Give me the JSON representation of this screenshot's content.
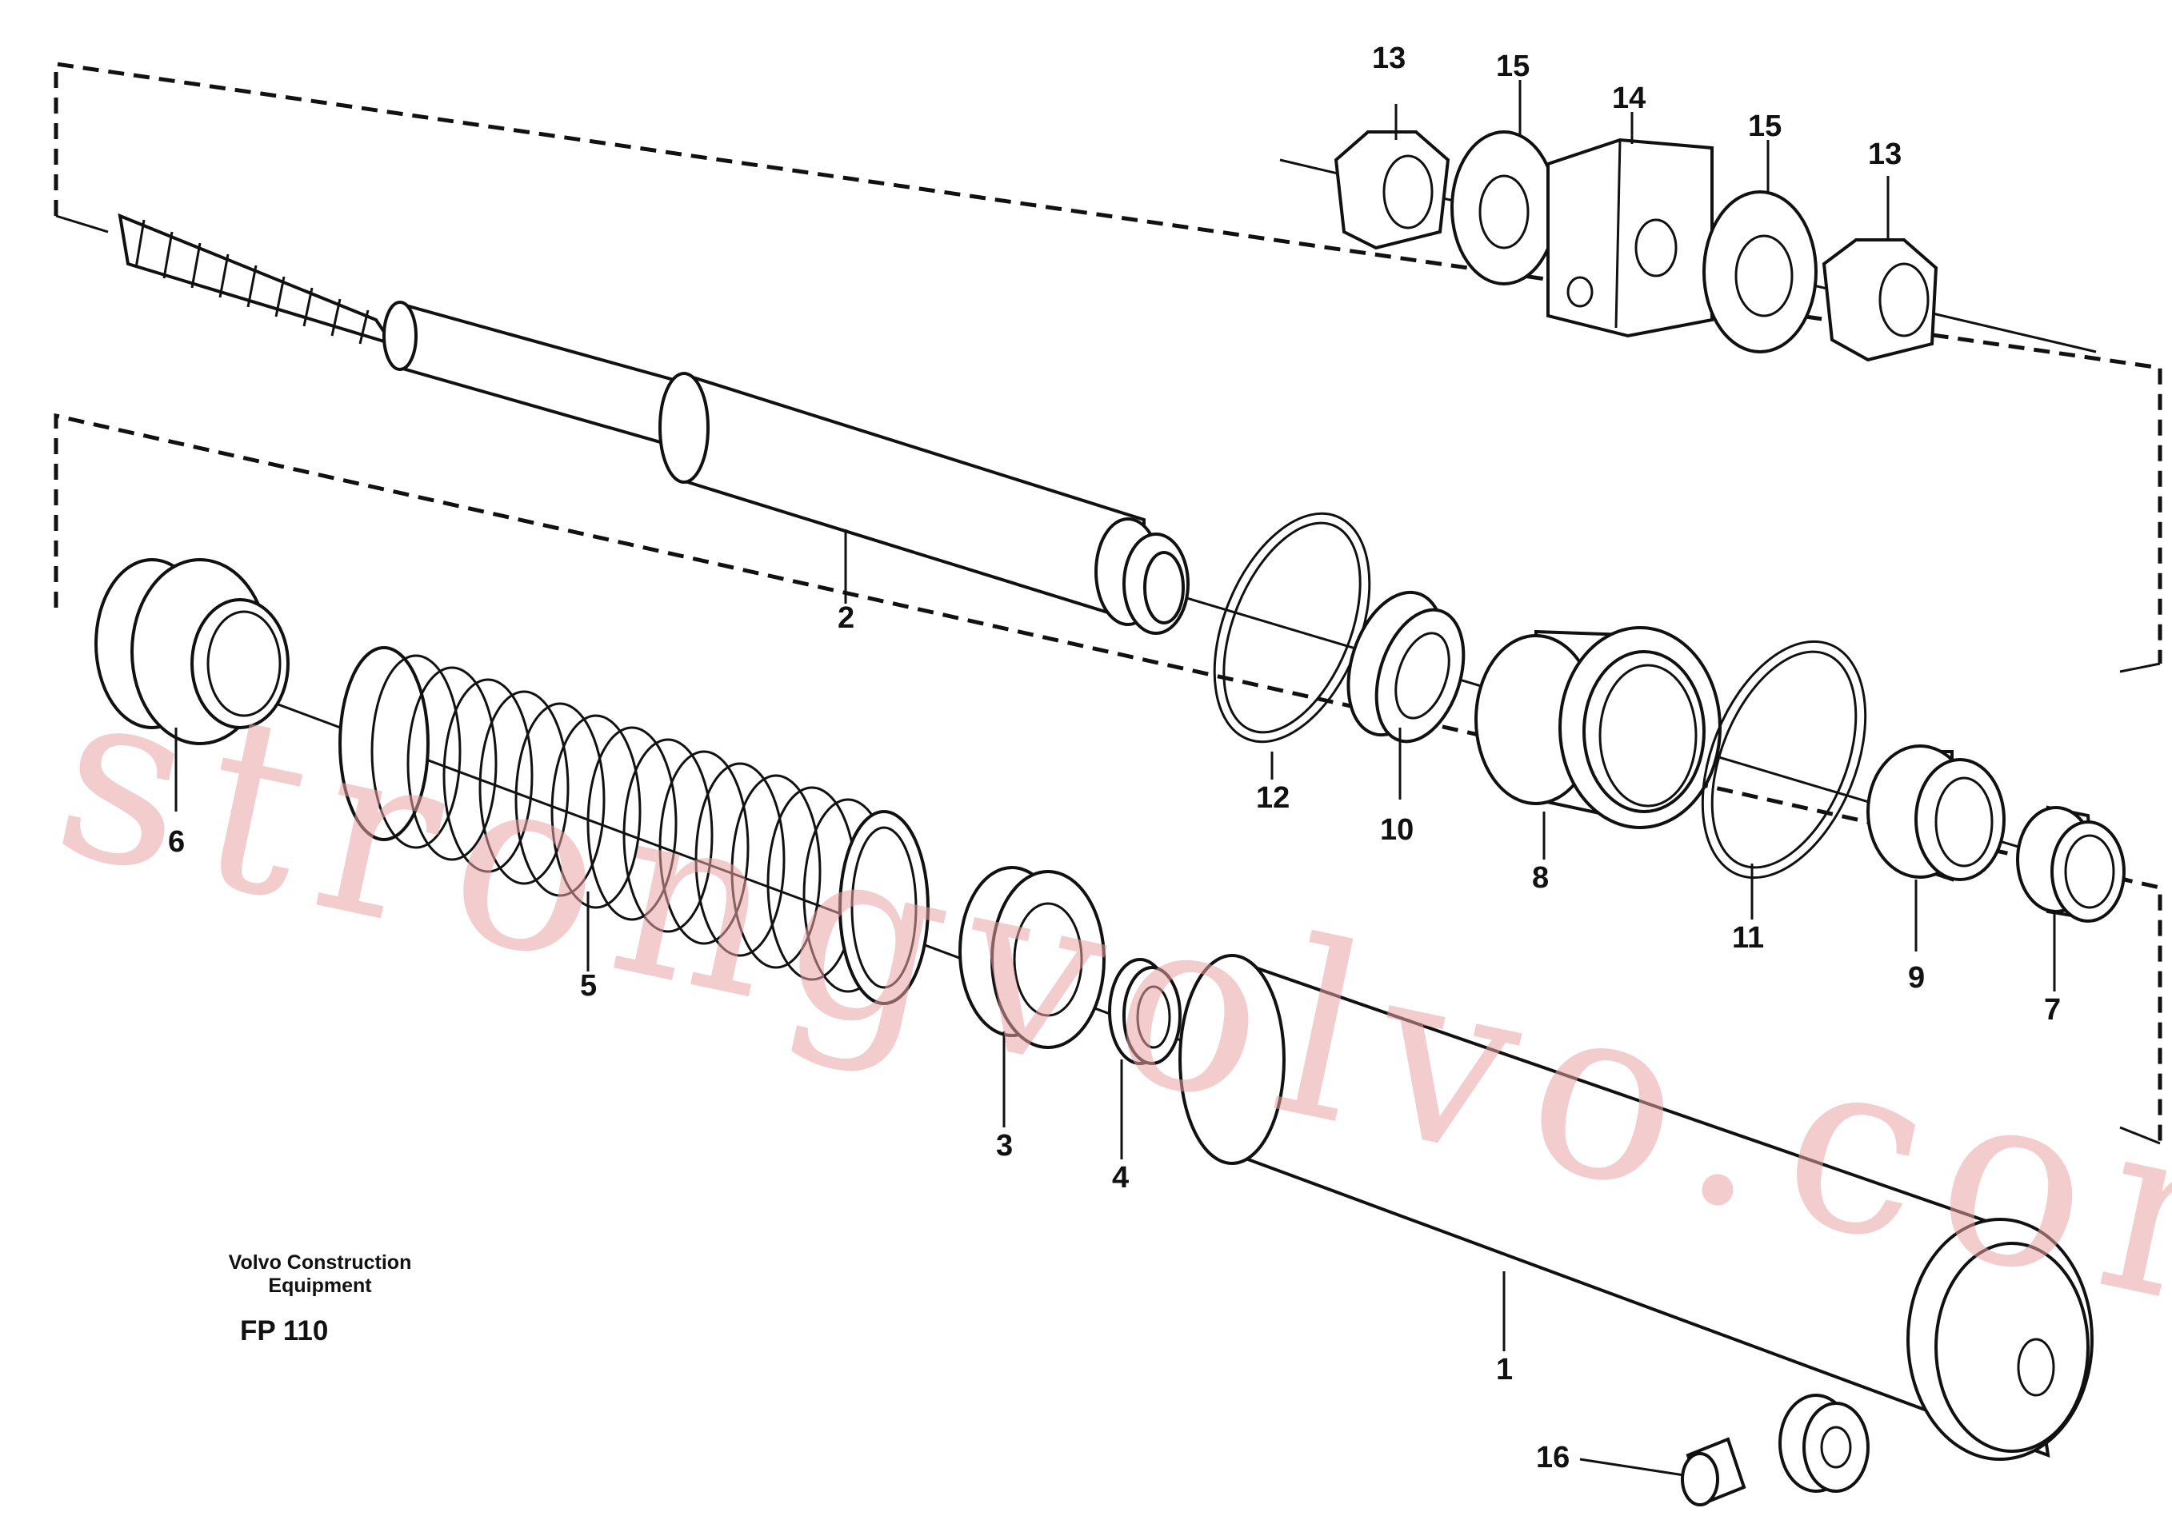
{
  "watermark": "strongvolvo.com",
  "credit": {
    "line1": "Volvo Construction",
    "line2": "Equipment",
    "figure_code": "FP 110"
  },
  "callouts": {
    "1": "1",
    "2": "2",
    "3": "3",
    "4": "4",
    "5": "5",
    "6": "6",
    "7": "7",
    "8": "8",
    "9": "9",
    "10": "10",
    "11": "11",
    "12": "12",
    "13a": "13",
    "13b": "13",
    "14": "14",
    "15a": "15",
    "15b": "15",
    "16": "16"
  },
  "colors": {
    "ink": "#111111",
    "paper": "#ffffff",
    "watermark": "#e9a4a4"
  }
}
